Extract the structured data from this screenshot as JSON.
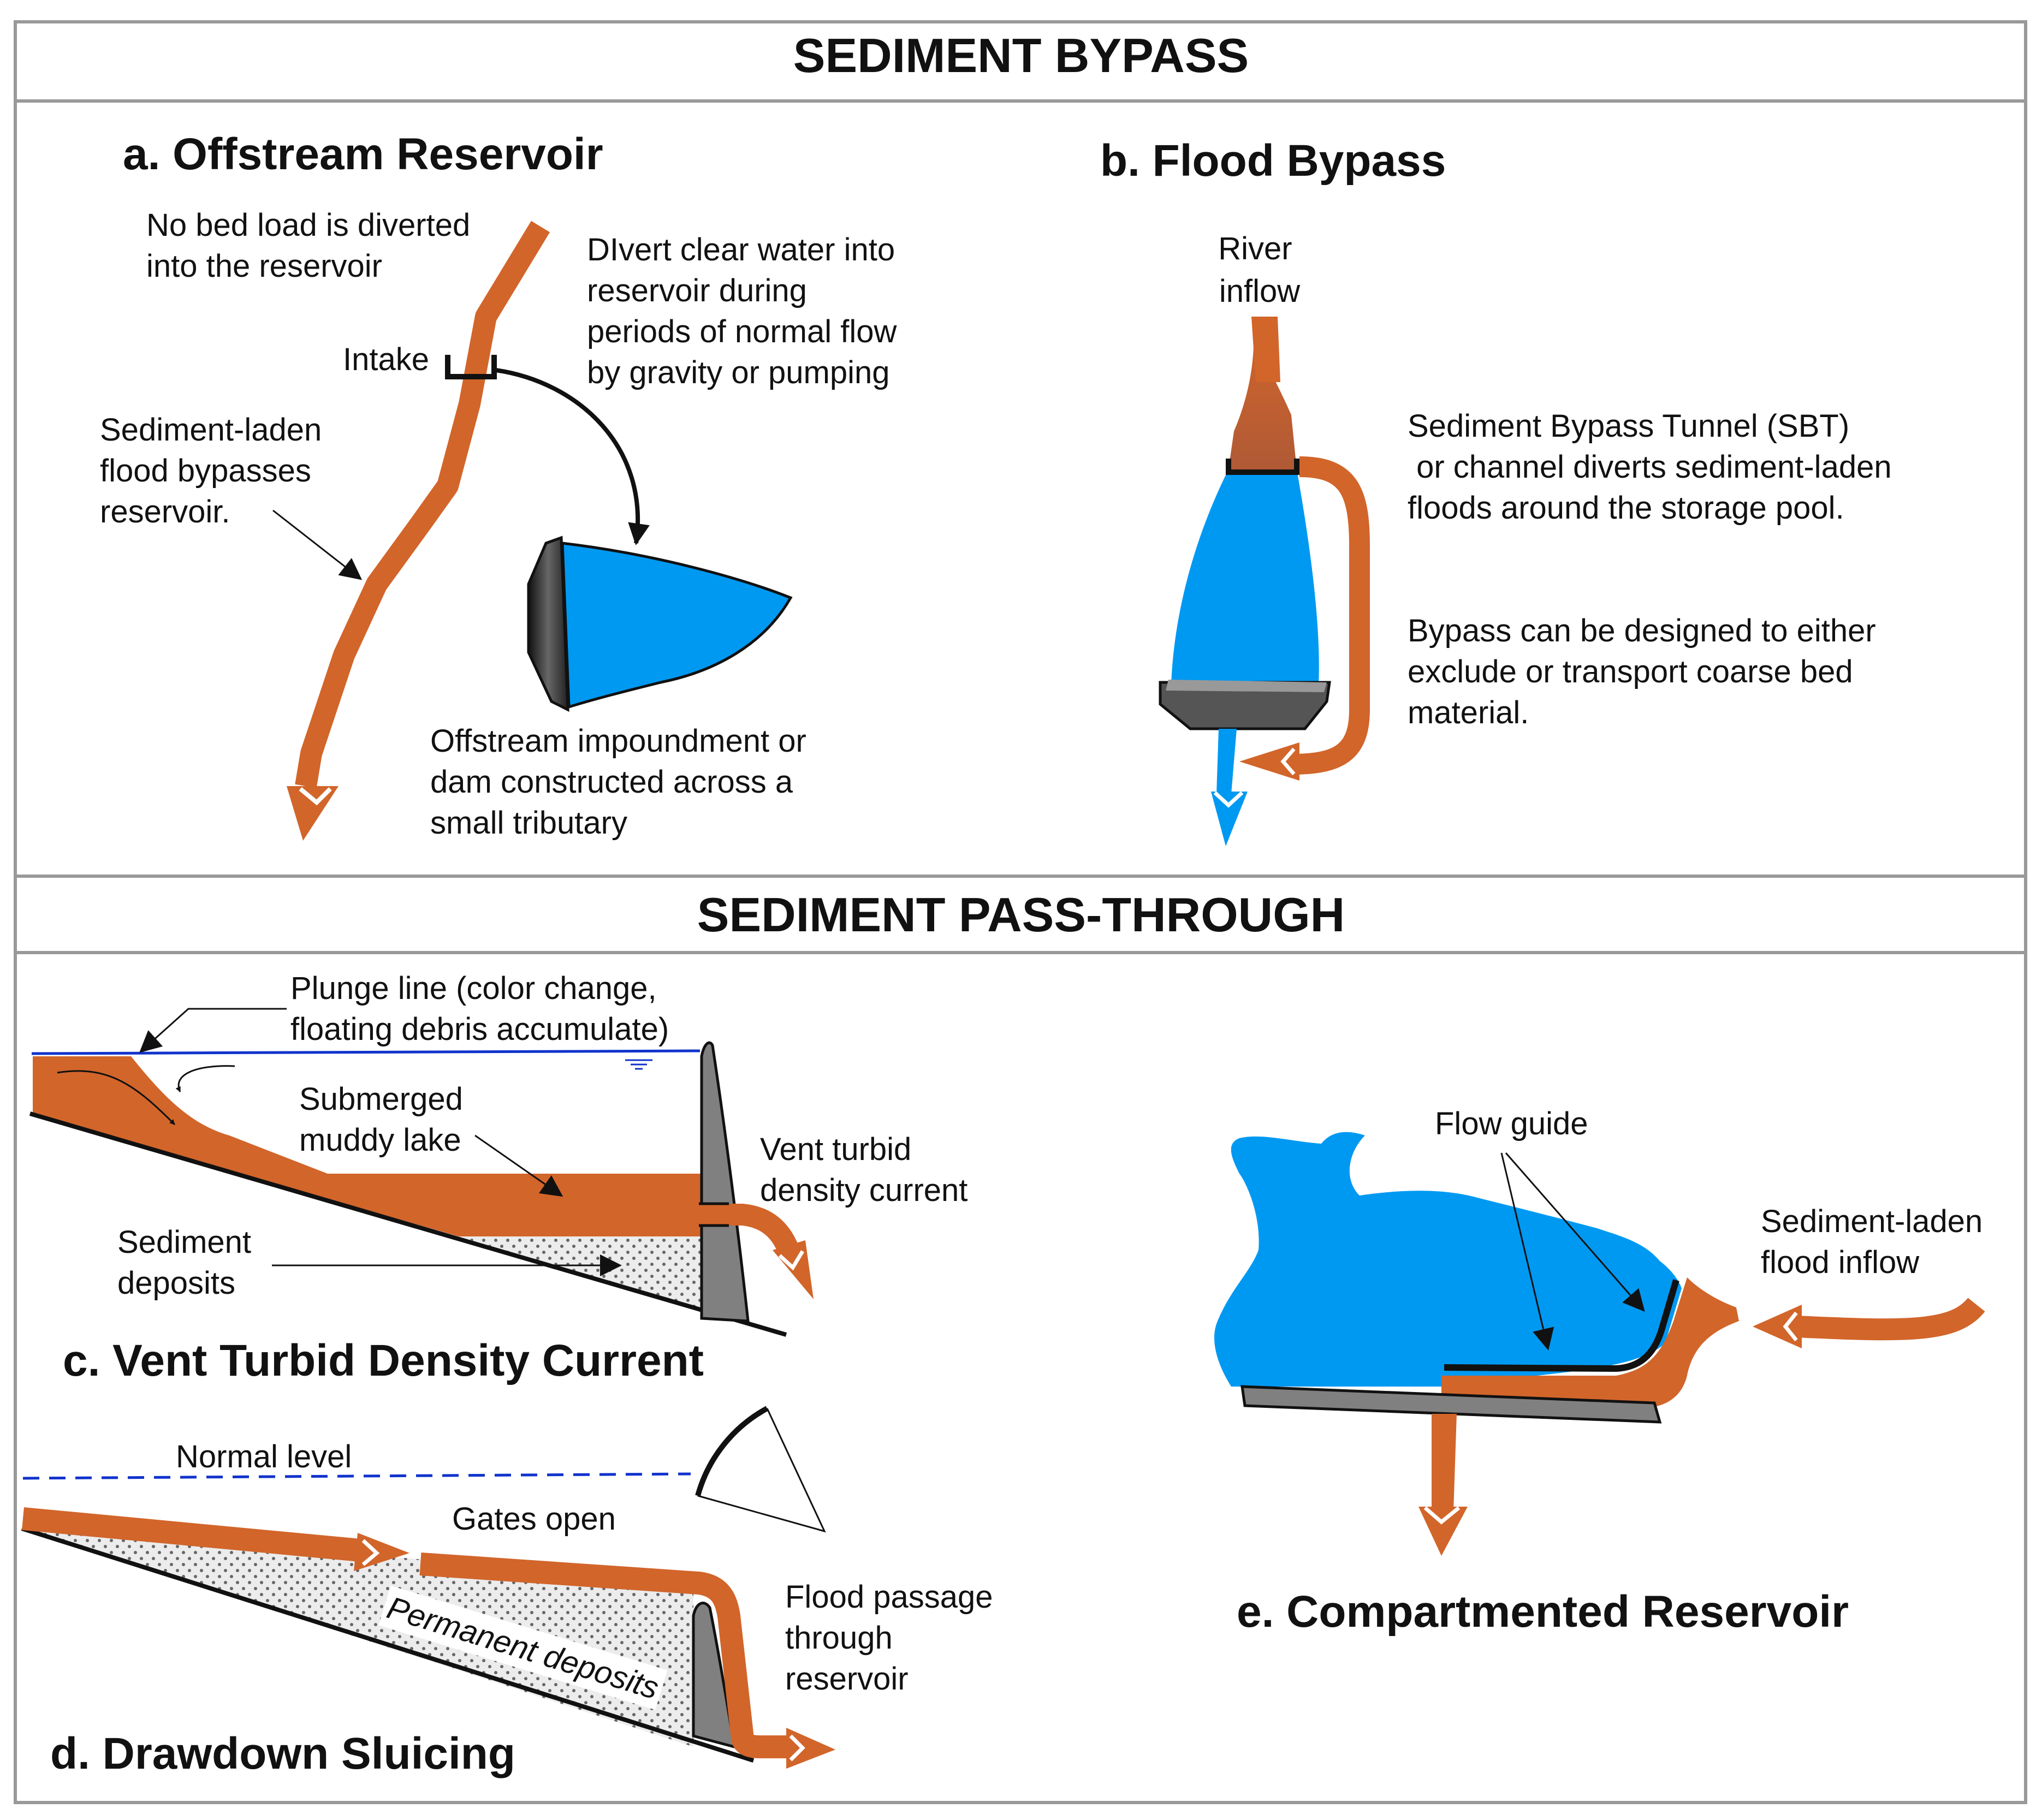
{
  "sections": [
    {
      "title": "SEDIMENT BYPASS"
    },
    {
      "title": "SEDIMENT PASS-THROUGH"
    }
  ],
  "panels": {
    "a": {
      "title": "a. Offstream Reservoir",
      "no_bedload": [
        "No bed load is diverted",
        "into the reservoir"
      ],
      "intake": "Intake",
      "divert": [
        "DIvert clear water into",
        "reservoir during",
        "periods of normal flow",
        "by gravity or pumping"
      ],
      "sediment_laden": [
        "Sediment-laden",
        "flood bypasses",
        "reservoir."
      ],
      "offstream": [
        "Offstream impoundment or",
        "dam constructed across a",
        "small tributary"
      ]
    },
    "b": {
      "title": "b. Flood Bypass",
      "river_inflow": [
        "River",
        "inflow"
      ],
      "sbt": [
        "Sediment Bypass Tunnel (SBT)",
        " or channel diverts sediment-laden",
        "floods around the storage pool."
      ],
      "bypass_design": [
        "Bypass can be designed to either",
        "exclude or transport coarse bed",
        "material."
      ]
    },
    "c": {
      "title": "c. Vent Turbid Density Current",
      "plunge": [
        "Plunge line (color change,",
        "floating debris accumulate)"
      ],
      "submerged": [
        "Submerged",
        "muddy lake"
      ],
      "vent": [
        "Vent turbid",
        "density current"
      ],
      "deposits": [
        "Sediment",
        "deposits"
      ]
    },
    "d": {
      "title": "d. Drawdown Sluicing",
      "normal_level": "Normal level",
      "gates_open": "Gates open",
      "permanent": "Permanent deposits",
      "flood_passage": [
        "Flood passage",
        "through",
        "reservoir"
      ]
    },
    "e": {
      "title": "e. Compartmented Reservoir",
      "flow_guide": "Flow guide",
      "inflow": [
        "Sediment-laden",
        "flood inflow"
      ]
    }
  },
  "colors": {
    "sediment": "#d2652a",
    "water": "#0099f2",
    "dam": "#808080",
    "deposit_fill": "#ececec",
    "waterline": "#1133cc",
    "frame": "#999999"
  }
}
